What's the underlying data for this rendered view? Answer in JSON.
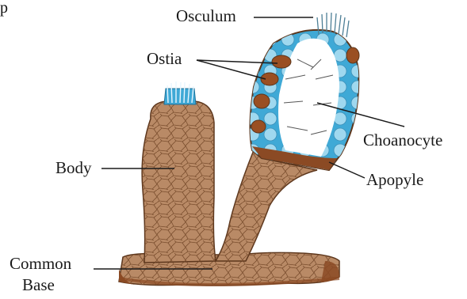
{
  "labels": {
    "osculum": "Osculum",
    "ostia": "Ostia",
    "body": "Body",
    "choanocyte": "Choanocyte",
    "apopyle": "Apopyle",
    "common_base_line1": "Common",
    "common_base_line2": "Base"
  },
  "colors": {
    "body_fill": "#b98a66",
    "cell_lines": "#7a4e2e",
    "dark_brown": "#8b4a24",
    "ostia_fill": "#9a4f22",
    "choanocyte_blue": "#3fa9d6",
    "light_blue": "#9fd8ef",
    "cavity_white": "#ffffff",
    "label_text": "#1a1a1a",
    "leader_line": "#1a1a1a"
  }
}
